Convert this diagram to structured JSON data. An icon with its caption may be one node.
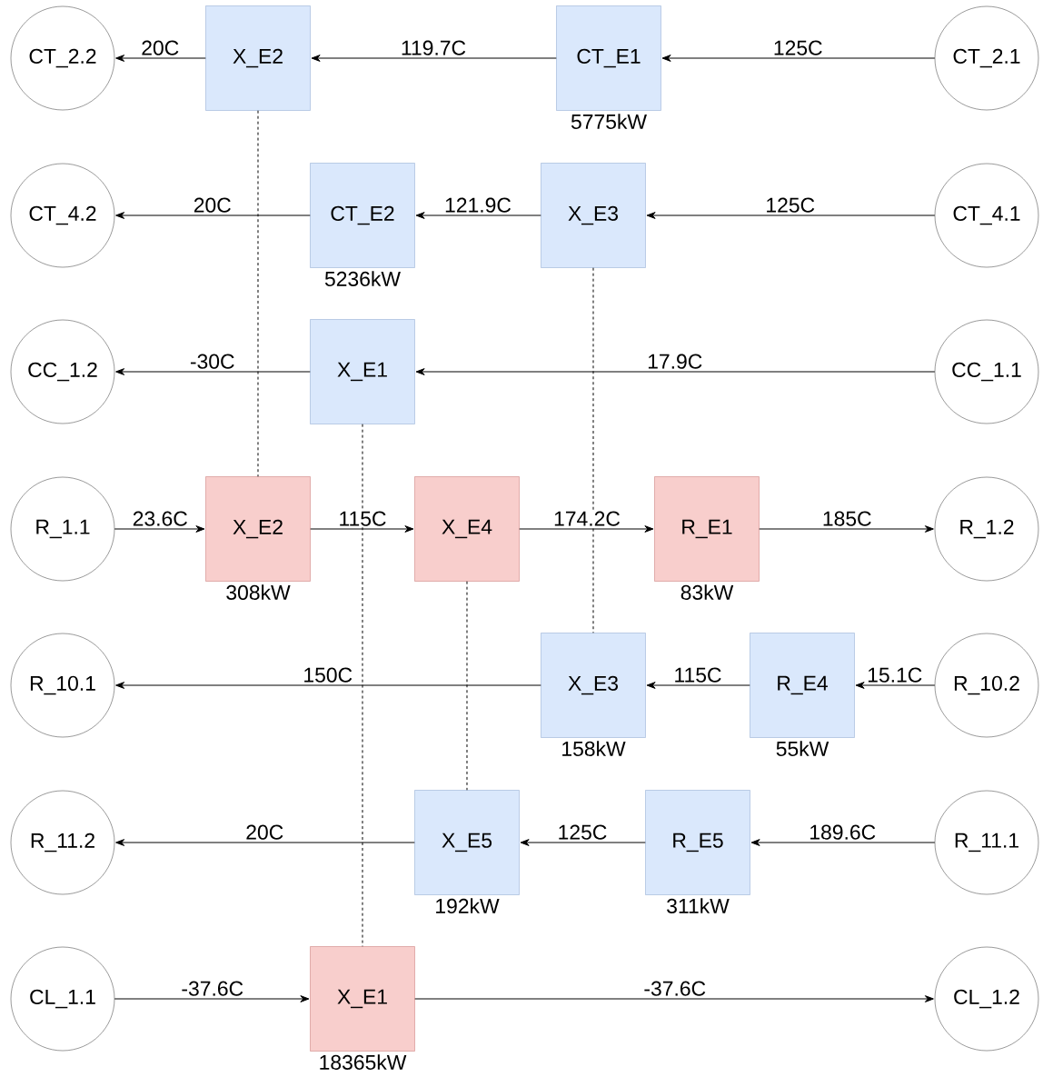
{
  "diagram": {
    "nodes": [
      {
        "text": [
          "CT_2.2"
        ]
      },
      {
        "text": [
          "X_E2"
        ]
      },
      {
        "text": [
          "CT_E1"
        ],
        "beside": [
          "5775kW"
        ]
      },
      {
        "text": [
          "CT_2.1"
        ]
      },
      {
        "text": [
          "CT_4.2"
        ]
      },
      {
        "text": [
          "CT_E2"
        ],
        "beside": [
          "5236kW"
        ]
      },
      {
        "text": [
          "X_E3"
        ]
      },
      {
        "text": [
          "CT_4.1"
        ]
      },
      {
        "text": [
          "CC_1.2"
        ]
      },
      {
        "text": [
          "X_E1"
        ]
      },
      {
        "text": [
          "CC_1.1"
        ]
      },
      {
        "text": [
          "R_1.1"
        ]
      },
      {
        "text": [
          "X_E2"
        ],
        "beside": [
          "308kW"
        ]
      },
      {
        "text": [
          "X_E4"
        ]
      },
      {
        "text": [
          "R_E1"
        ],
        "beside": [
          "83kW"
        ]
      },
      {
        "text": [
          "R_1.2"
        ]
      },
      {
        "text": [
          "R_10.1"
        ]
      },
      {
        "text": [
          "X_E3"
        ],
        "beside": [
          "158kW"
        ]
      },
      {
        "text": [
          "R_E4"
        ],
        "beside": [
          "55kW"
        ]
      },
      {
        "text": [
          "R_10.2"
        ]
      },
      {
        "text": [
          "R_11.2"
        ]
      },
      {
        "text": [
          "X_E5"
        ],
        "beside": [
          "192kW"
        ]
      },
      {
        "text": [
          "R_E5"
        ],
        "beside": [
          "311kW"
        ]
      },
      {
        "text": [
          "R_11.1"
        ]
      },
      {
        "text": [
          "CL_1.1"
        ]
      },
      {
        "text": [
          "X_E1"
        ],
        "beside": [
          "18365kW"
        ]
      },
      {
        "text": [
          "CL_1.2"
        ]
      }
    ],
    "edges": [
      {
        "from": 3,
        "to": 2,
        "arrow": "to",
        "label": "125C"
      },
      {
        "from": 2,
        "to": 1,
        "arrow": "to",
        "label": "119.7C"
      },
      {
        "from": 1,
        "to": 0,
        "arrow": "to",
        "label": "20C"
      },
      {
        "from": 7,
        "to": 6,
        "arrow": "to",
        "label": "125C"
      },
      {
        "from": 6,
        "to": 5,
        "arrow": "to",
        "label": "121.9C"
      },
      {
        "from": 5,
        "to": 4,
        "arrow": "to",
        "label": "20C"
      },
      {
        "from": 10,
        "to": 9,
        "arrow": "to",
        "label": "17.9C"
      },
      {
        "from": 9,
        "to": 8,
        "arrow": "to",
        "label": "-30C"
      },
      {
        "from": 11,
        "to": 12,
        "arrow": "to",
        "label": "23.6C"
      },
      {
        "from": 12,
        "to": 13,
        "arrow": "to",
        "label": "115C"
      },
      {
        "from": 13,
        "to": 14,
        "arrow": "to",
        "label": "174.2C"
      },
      {
        "from": 14,
        "to": 15,
        "arrow": "to",
        "label": "185C"
      },
      {
        "from": 19,
        "to": 18,
        "arrow": "to",
        "label": "15.1C"
      },
      {
        "from": 18,
        "to": 17,
        "arrow": "to",
        "label": "115C"
      },
      {
        "from": 17,
        "to": 16,
        "arrow": "to",
        "label": "150C"
      },
      {
        "from": 23,
        "to": 22,
        "arrow": "to",
        "label": "189.6C"
      },
      {
        "from": 22,
        "to": 21,
        "arrow": "to",
        "label": "125C"
      },
      {
        "from": 21,
        "to": 20,
        "arrow": "to",
        "label": "20C"
      },
      {
        "from": 24,
        "to": 25,
        "arrow": "to",
        "label": "-37.6C"
      },
      {
        "from": 25,
        "to": 26,
        "arrow": "to",
        "label": "-37.6C"
      },
      {
        "from": 1,
        "to": 12,
        "arrow": "none",
        "style": "dashed"
      },
      {
        "from": 6,
        "to": 17,
        "arrow": "none",
        "style": "dashed"
      },
      {
        "from": 9,
        "to": 25,
        "arrow": "none",
        "style": "dashed"
      },
      {
        "from": 13,
        "to": 21,
        "arrow": "none",
        "style": "dashed"
      }
    ]
  }
}
